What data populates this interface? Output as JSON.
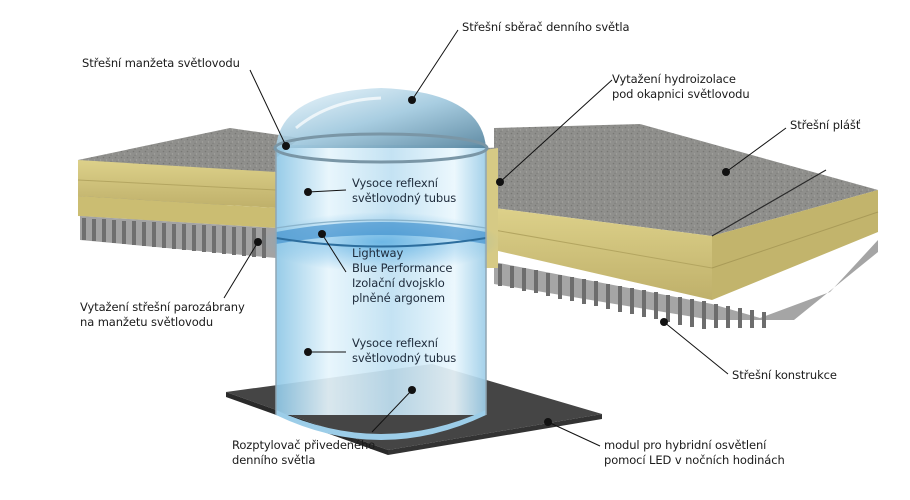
{
  "labels": {
    "roof_collector": "Střešní sběrač denního světla",
    "roof_flashing": "Střešní manžeta světlovodu",
    "waterproofing": "Vytažení hydroizolace\npod okapnici světlovodu",
    "roof_shell": "Střešní plášť",
    "reflective_tube_upper": "Vysoce reflexní\nsvětlovodný tubus",
    "lightway": "Lightway\nBlue Performance\nIzolační dvojsklo\nplněné argonem",
    "vapor_barrier": "Vytažení střešní parozábrany\nna manžetu světlovodu",
    "reflective_tube_lower": "Vysoce reflexní\nsvětlovodný tubus",
    "roof_structure": "Střešní konstrukce",
    "diffuser": "Rozptylovač přivedeného\ndenního světla",
    "led_module": "modul pro hybridní osvětlení\npomocí LED v nočních hodinách"
  },
  "colors": {
    "gravel": "#8f8f8c",
    "insulation": "#d8cc83",
    "steel_deck": "#9a9a9a",
    "tube": "#bfe0f2",
    "tube_blue": "#4fa8e0",
    "ceiling_plate": "#3a3a3a",
    "leader": "#111111"
  }
}
